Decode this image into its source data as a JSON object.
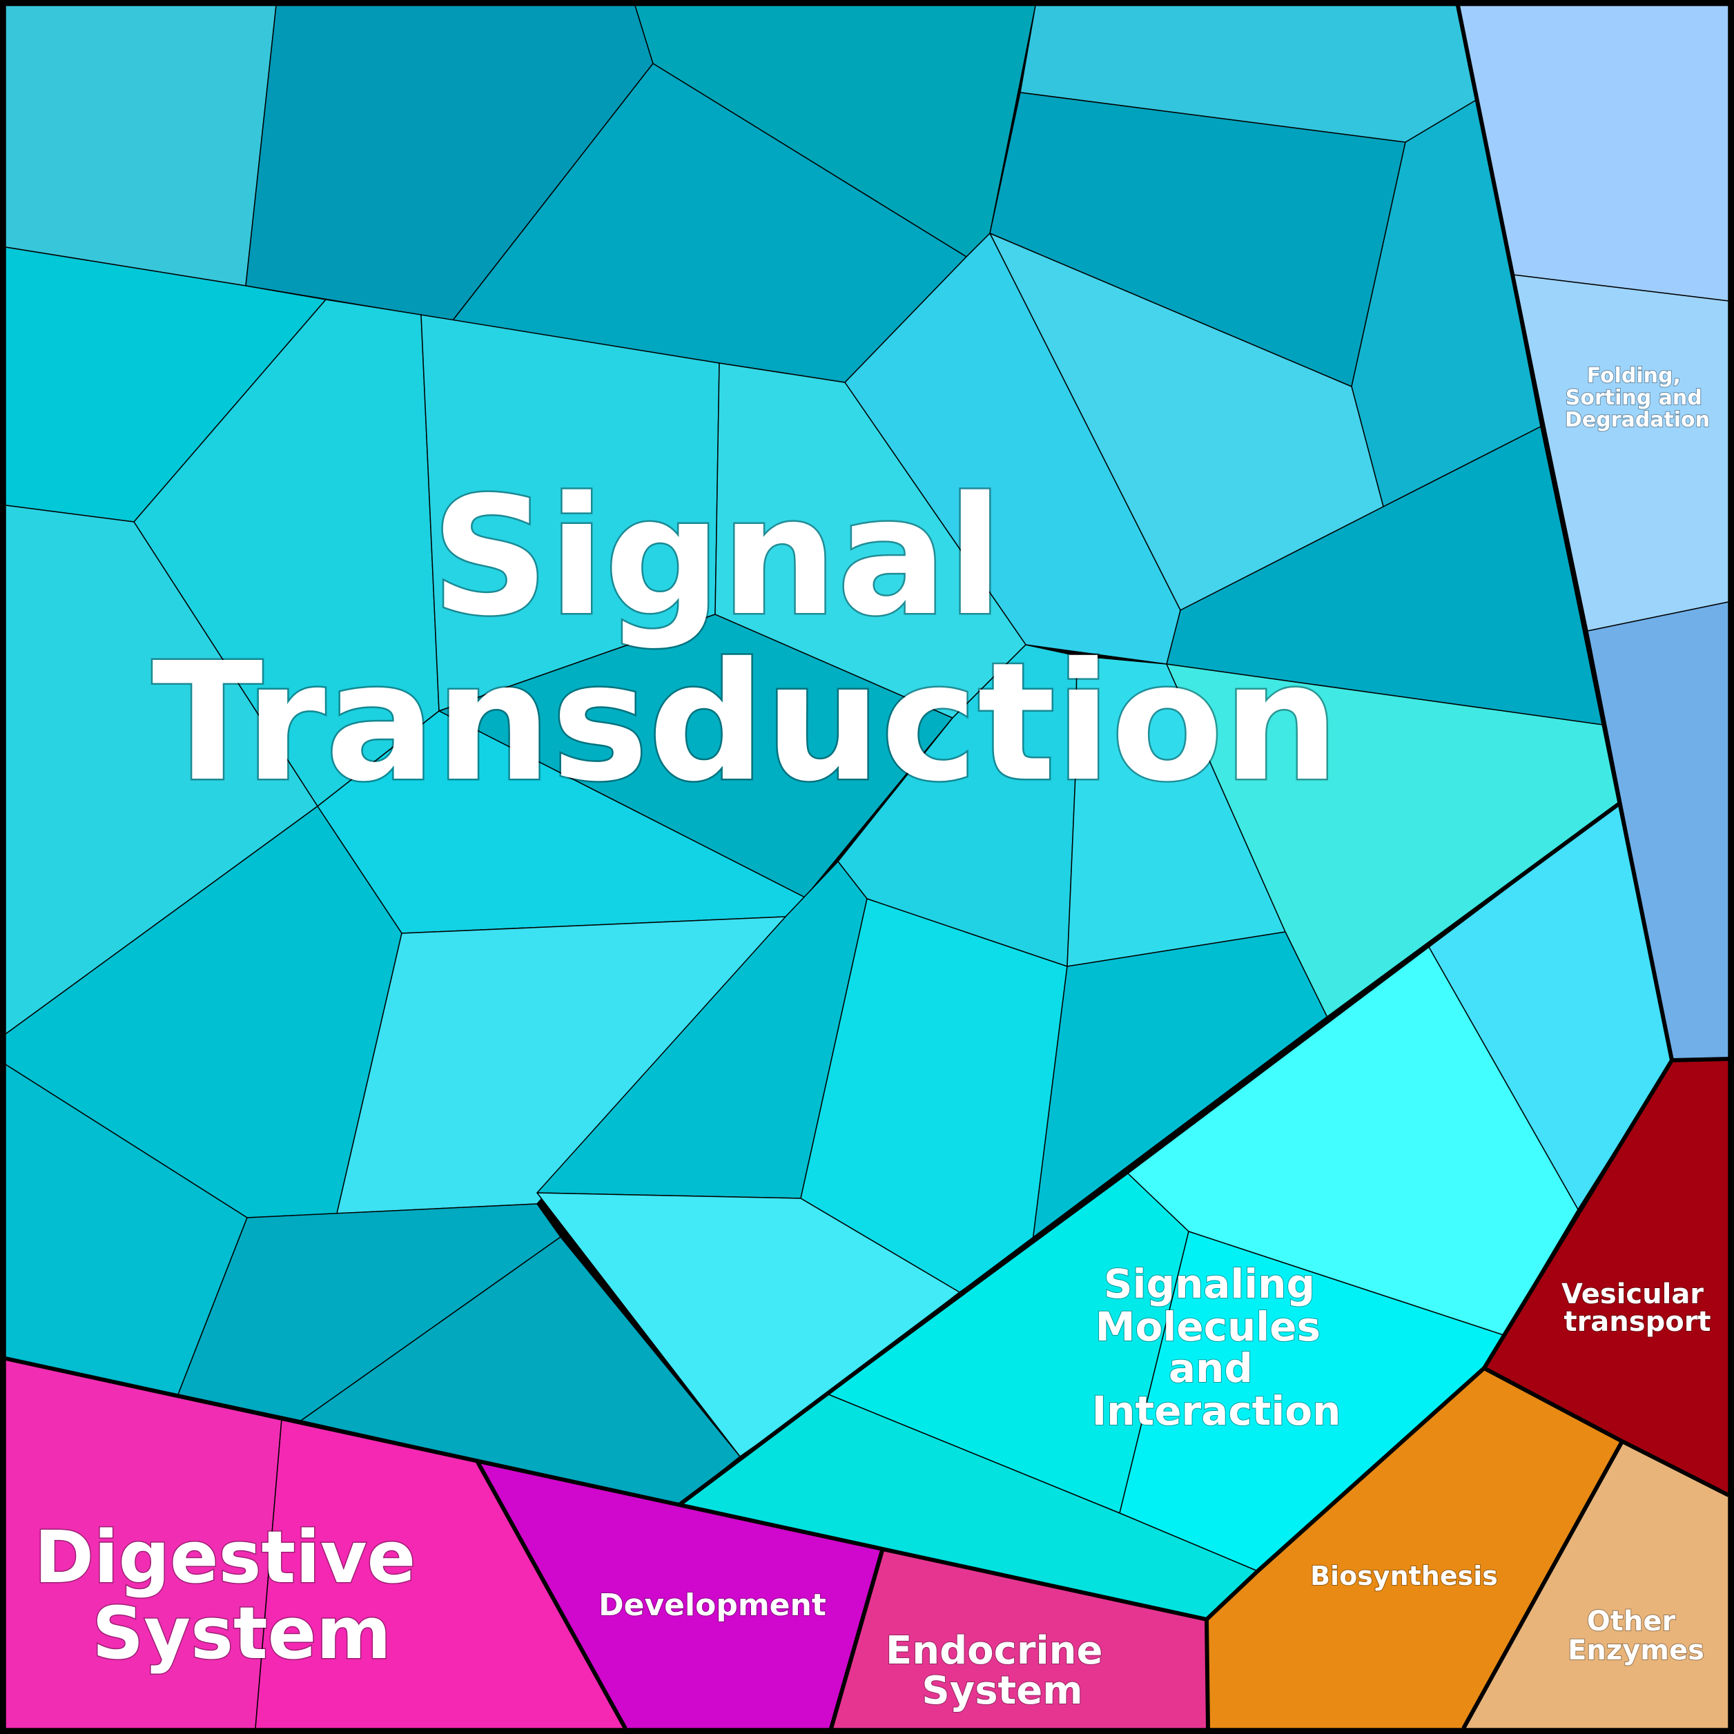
{
  "colors": {
    "signal_transduction": "#1ecfe0",
    "folding": "#9fd0fb",
    "vesicular": "#a50010",
    "biosynthesis": "#e88a14",
    "other_enzymes": "#e8b47a",
    "digestive": "#f22ab4",
    "development": "#d007cc",
    "endocrine": "#e53591",
    "signaling_molecules": "#00f2f6"
  },
  "labels": {
    "signal_transduction": [
      "Signal",
      "Transduction"
    ],
    "folding": [
      "Folding,",
      "Sorting and",
      "Degradation"
    ],
    "vesicular": [
      "Vesicular",
      "transport"
    ],
    "biosynthesis": [
      "Biosynthesis"
    ],
    "other_enzymes": [
      "Other",
      "Enzymes"
    ],
    "digestive": [
      "Digestive",
      "System"
    ],
    "development": [
      "Development"
    ],
    "endocrine": [
      "Endocrine",
      "System"
    ],
    "signaling_molecules": [
      "Signaling",
      "Molecules",
      "and",
      "Interaction"
    ]
  }
}
